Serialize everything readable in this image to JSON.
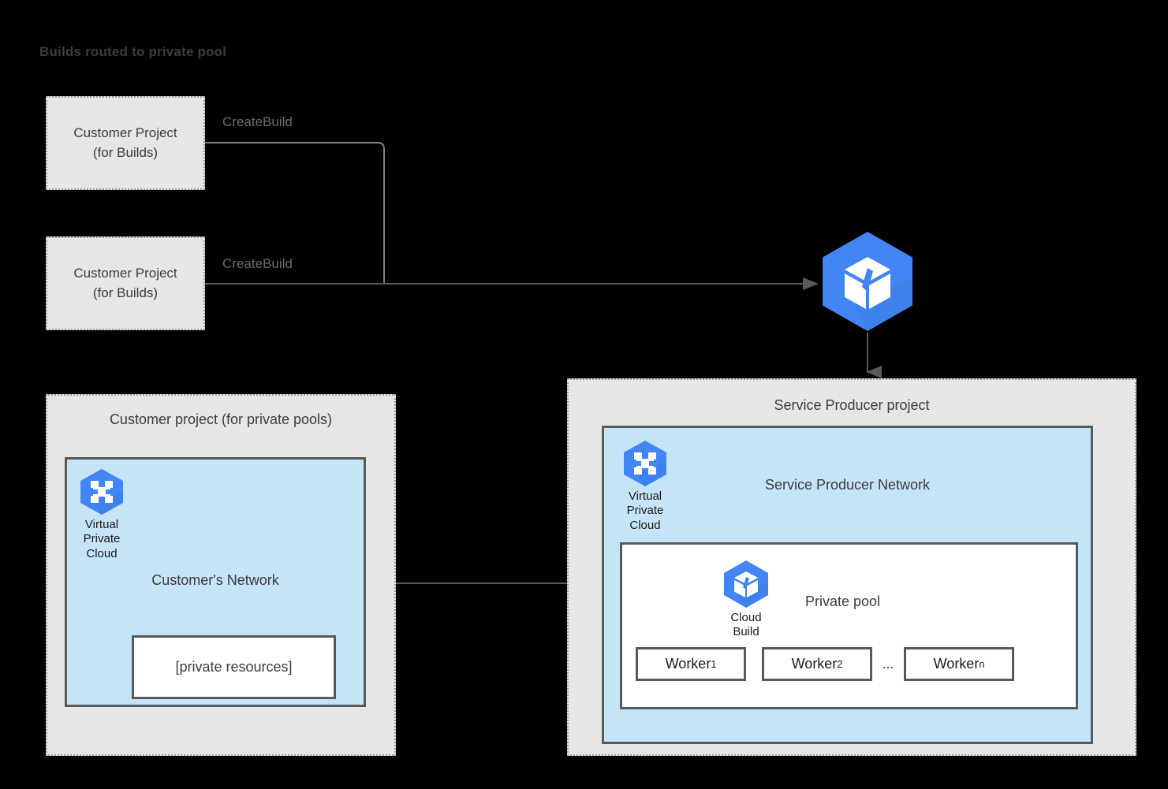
{
  "title": "Builds routed to private pool",
  "colors": {
    "accent_blue": "#4285f4",
    "network_fill": "#c5e4f7",
    "panel_fill": "#e6e6e6",
    "border_grey": "#595959",
    "text_dark": "#3c3c3c",
    "label_grey": "#6b6b6b"
  },
  "customer_build_projects": [
    {
      "line1": "Customer Project",
      "line2": "(for Builds)",
      "edge_label": "CreateBuild"
    },
    {
      "line1": "Customer Project",
      "line2": "(for Builds)",
      "edge_label": "CreateBuild"
    }
  ],
  "cloud_build_service": {
    "icon": "cloud-build-icon"
  },
  "customer_panel": {
    "title": "Customer project (for private pools)",
    "network": {
      "title": "Customer's Network",
      "vpc_icon": "virtual-private-cloud-icon",
      "vpc_caption_line1": "Virtual",
      "vpc_caption_line2": "Private",
      "vpc_caption_line3": "Cloud",
      "private_resources": "[private resources]"
    }
  },
  "producer_panel": {
    "title": "Service Producer project",
    "network": {
      "title": "Service Producer Network",
      "vpc_icon": "virtual-private-cloud-icon",
      "vpc_caption_line1": "Virtual",
      "vpc_caption_line2": "Private",
      "vpc_caption_line3": "Cloud"
    },
    "private_pool": {
      "title": "Private pool",
      "icon": "cloud-build-icon",
      "icon_caption_line1": "Cloud",
      "icon_caption_line2": "Build",
      "workers": [
        {
          "name": "Worker",
          "index": "1"
        },
        {
          "name": "Worker",
          "index": "2"
        },
        {
          "name": "Worker",
          "index": "n"
        }
      ],
      "ellipsis": "..."
    }
  }
}
